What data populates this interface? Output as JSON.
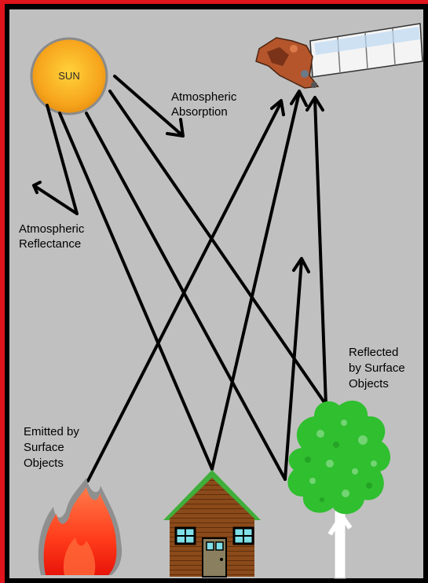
{
  "diagram": {
    "sun_label": "SUN",
    "labels": {
      "atmospheric_absorption": [
        "Atmospheric",
        "Absorption"
      ],
      "atmospheric_reflectance": [
        "Atmospheric",
        "Reflectance"
      ],
      "reflected_by_surface": [
        "Reflected",
        "by Surface",
        "Objects"
      ],
      "emitted_by_surface": [
        "Emitted by",
        "Surface",
        "Objects"
      ]
    },
    "colors": {
      "frame_border": "#e0141c",
      "panel_background": "#c0c0c0",
      "sun_fill": "#f7a51c",
      "sun_rim": "#8a8a8a",
      "house_roof": "#3fae3a",
      "house_wall": "#8b4a1a",
      "tree": "#2fbf2f",
      "fire": "#ff3b1a"
    },
    "icons": [
      "sun-icon",
      "satellite-icon",
      "house-icon",
      "tree-icon",
      "fire-icon"
    ]
  }
}
